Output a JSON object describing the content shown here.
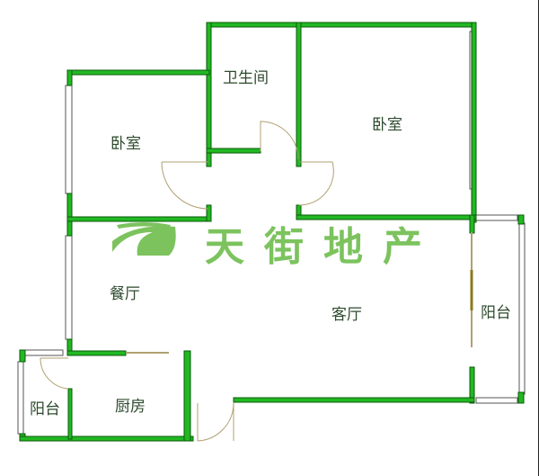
{
  "rooms": {
    "bathroom": "卫生间",
    "bedroom_left": "卧室",
    "bedroom_right": "卧室",
    "dining": "餐厅",
    "living": "客厅",
    "balcony_right": "阳台",
    "balcony_left": "阳台",
    "kitchen": "厨房"
  },
  "watermark": {
    "text": "天街地产"
  },
  "colors": {
    "wall": "#22b822",
    "wall_edge": "#0a5a0a",
    "door": "#b0a070",
    "watermark": "#7cc35e"
  }
}
